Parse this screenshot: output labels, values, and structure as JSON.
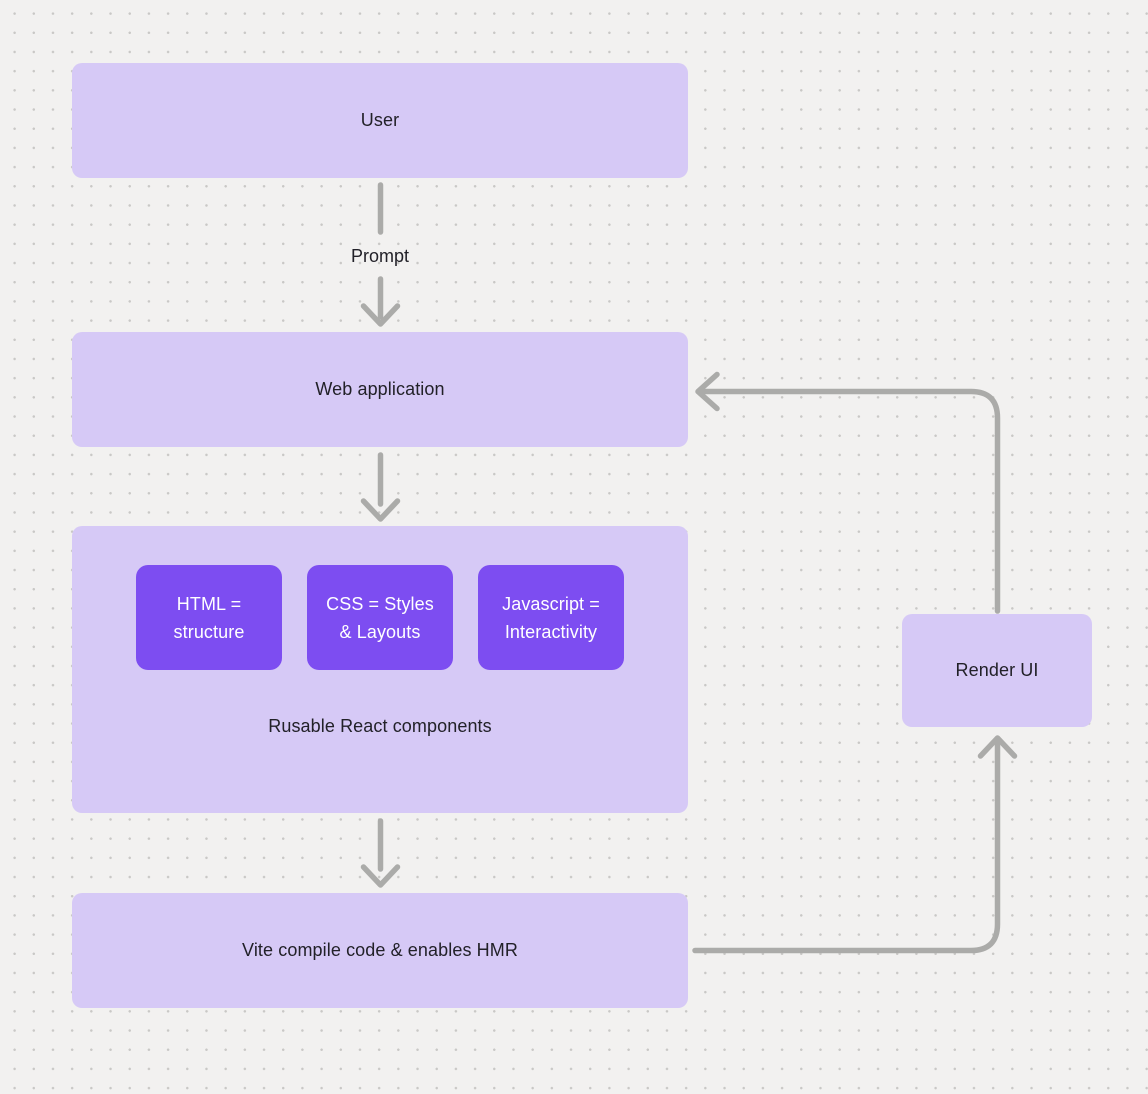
{
  "colors": {
    "background": "#f2f1f0",
    "dot": "#c9c8c6",
    "node_fill": "#d6c9f6",
    "chip_fill": "#7d4df1",
    "arrow": "#ababa9",
    "text_dark": "#222128",
    "text_light": "#ffffff"
  },
  "nodes": {
    "user": {
      "label": "User"
    },
    "web_application": {
      "label": "Web application"
    },
    "components_group": {
      "caption": "Rusable React components",
      "chips": [
        {
          "lines": [
            "HTML =",
            "structure"
          ]
        },
        {
          "lines": [
            "CSS = Styles",
            "& Layouts"
          ]
        },
        {
          "lines": [
            "Javascript =",
            "Interactivity"
          ]
        }
      ]
    },
    "vite": {
      "label": "Vite compile code & enables HMR"
    },
    "render_ui": {
      "label": "Render UI"
    }
  },
  "edges": {
    "prompt_label": "Prompt",
    "list": [
      {
        "from": "User",
        "to": "Web application",
        "label": "Prompt"
      },
      {
        "from": "Web application",
        "to": "Components group",
        "label": ""
      },
      {
        "from": "Components group",
        "to": "Vite",
        "label": ""
      },
      {
        "from": "Vite",
        "to": "Render UI",
        "label": ""
      },
      {
        "from": "Render UI",
        "to": "Web application",
        "label": ""
      }
    ]
  }
}
